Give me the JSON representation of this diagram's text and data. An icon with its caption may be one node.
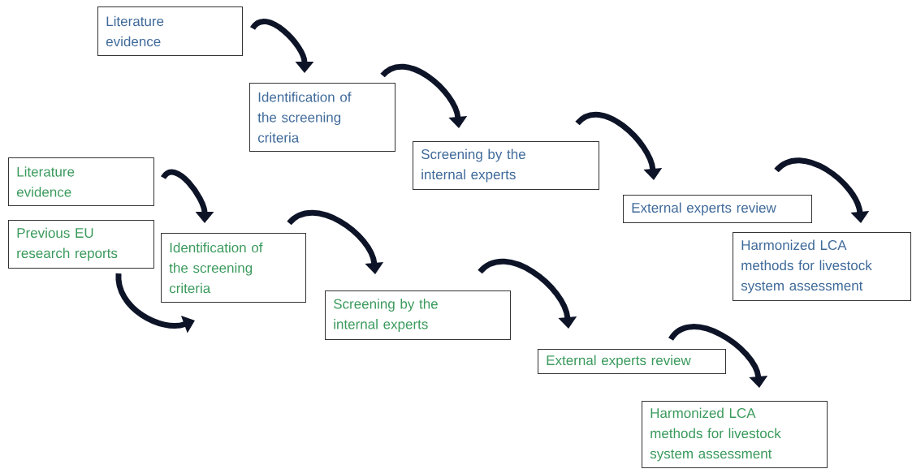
{
  "diagram": {
    "nodes": [
      {
        "text": [
          "Literature evidence"
        ]
      },
      {
        "text": [
          "Identification of the screening criteria"
        ]
      },
      {
        "text": [
          "Screening by the internal experts"
        ]
      },
      {
        "text": [
          "External experts review"
        ]
      },
      {
        "text": [
          "Harmonized LCA methods for livestock system assessment"
        ]
      },
      {
        "text": [
          "Literature evidence"
        ]
      },
      {
        "text": [
          "Previous EU research reports"
        ]
      },
      {
        "text": [
          "Identification of the screening criteria"
        ]
      },
      {
        "text": [
          "Screening by the internal experts"
        ]
      },
      {
        "text": [
          "External experts review"
        ]
      },
      {
        "text": [
          "Harmonized LCA methods for livestock system assessment"
        ]
      }
    ],
    "edges": [
      {
        "from": 0,
        "to": 1,
        "arrow": "to"
      },
      {
        "from": 1,
        "to": 2,
        "arrow": "to"
      },
      {
        "from": 2,
        "to": 3,
        "arrow": "to"
      },
      {
        "from": 3,
        "to": 4,
        "arrow": "to"
      },
      {
        "from": 5,
        "to": 7,
        "arrow": "to"
      },
      {
        "from": 6,
        "to": 7,
        "arrow": "to"
      },
      {
        "from": 7,
        "to": 8,
        "arrow": "to"
      },
      {
        "from": 8,
        "to": 9,
        "arrow": "to"
      },
      {
        "from": 9,
        "to": 10,
        "arrow": "to"
      }
    ]
  }
}
